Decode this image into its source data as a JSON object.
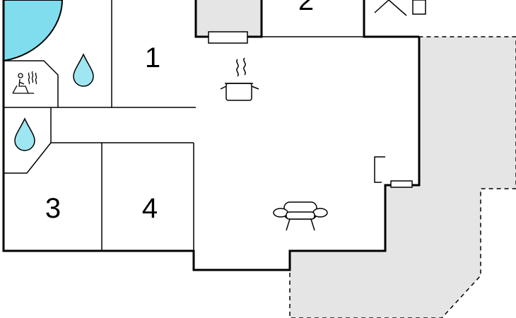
{
  "rooms": [
    {
      "id": "room-1",
      "label": "1"
    },
    {
      "id": "room-2",
      "label": "2"
    },
    {
      "id": "room-3",
      "label": "3"
    },
    {
      "id": "room-4",
      "label": "4"
    }
  ],
  "icons": {
    "sauna": "sauna-icon",
    "water_drop": "water-drop-icon",
    "cooking_pot": "cooking-pot-icon",
    "armchair": "armchair-icon",
    "fireplace": "fireplace-icon"
  },
  "colors": {
    "wall": "#000000",
    "pool": "#80ddee",
    "terrace": "#e5e5e5",
    "drop": "#9ee6f2"
  }
}
